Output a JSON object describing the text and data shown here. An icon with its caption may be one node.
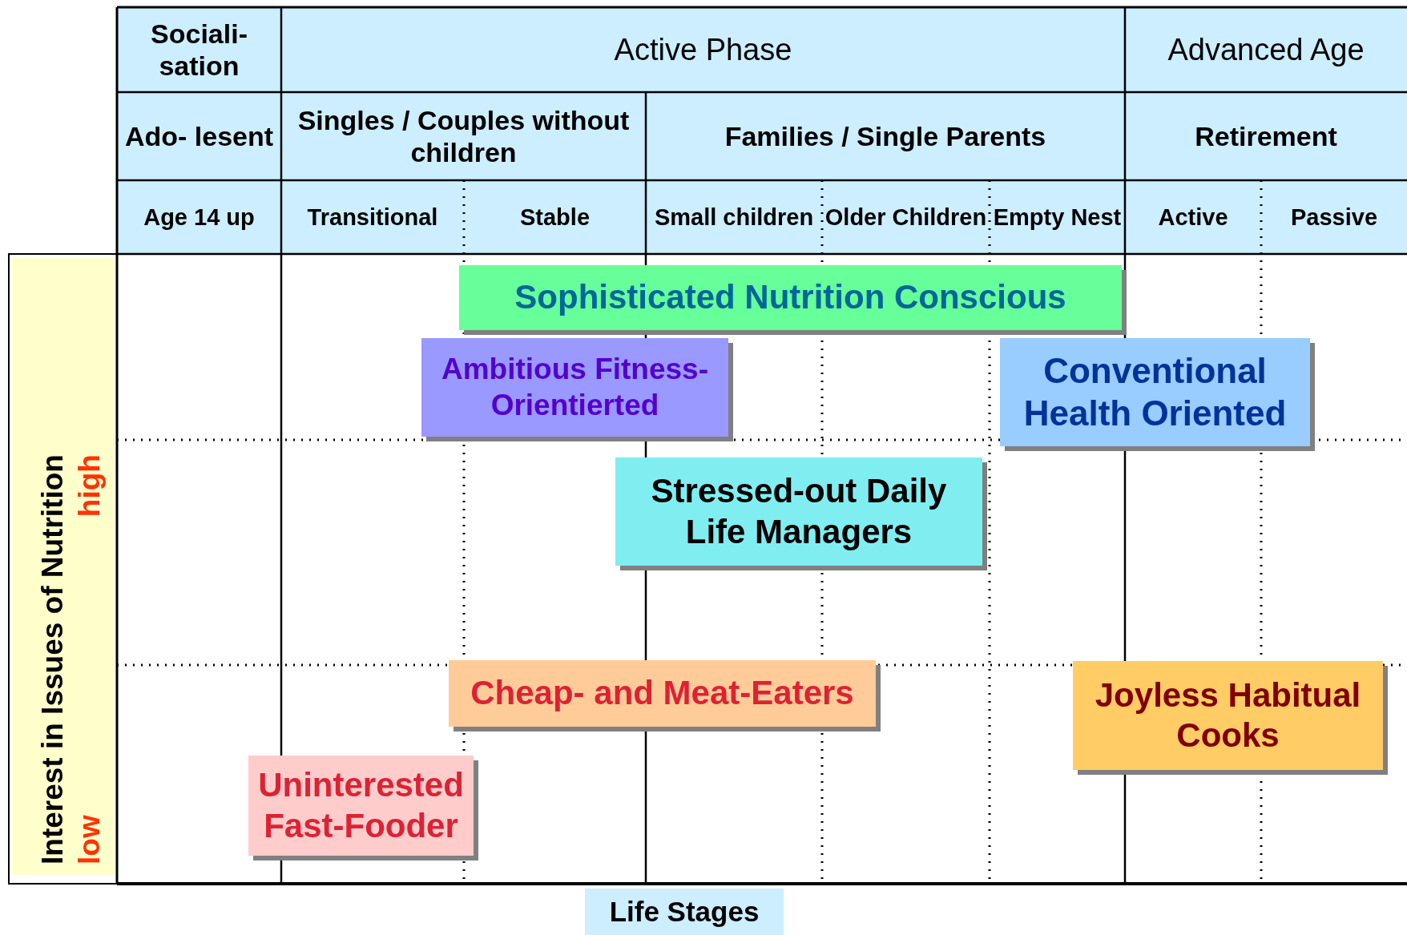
{
  "diagram": {
    "nodes": [
      {
        "text": [
          "Sophisticated Nutrition Conscious"
        ]
      },
      {
        "text": [
          "Ambitious Fitness- Orientierted"
        ]
      },
      {
        "text": [
          "Conventional Health Oriented"
        ]
      },
      {
        "text": [
          "Stressed-out Daily Life Managers"
        ]
      },
      {
        "text": [
          "Cheap- and Meat-Eaters"
        ]
      },
      {
        "text": [
          "Joyless Habitual Cooks"
        ]
      },
      {
        "text": [
          "Uninterested Fast-Fooder"
        ]
      },
      {
        "text": [
          "Interest in Issues of Nutrition",
          "high",
          "low"
        ]
      },
      {
        "text": [
          "Life Stages"
        ]
      }
    ],
    "labels": [
      "Sociali- sation",
      "Active Phase",
      "Advanced Age",
      "Ado- lesent",
      "Singles / Couples without children",
      "Families / Single Parents",
      "Retirement",
      "Age 14 up",
      "Transitional",
      "Stable",
      "Small children",
      "Older Children",
      "Empty Nest",
      "Active",
      "Passive"
    ]
  }
}
